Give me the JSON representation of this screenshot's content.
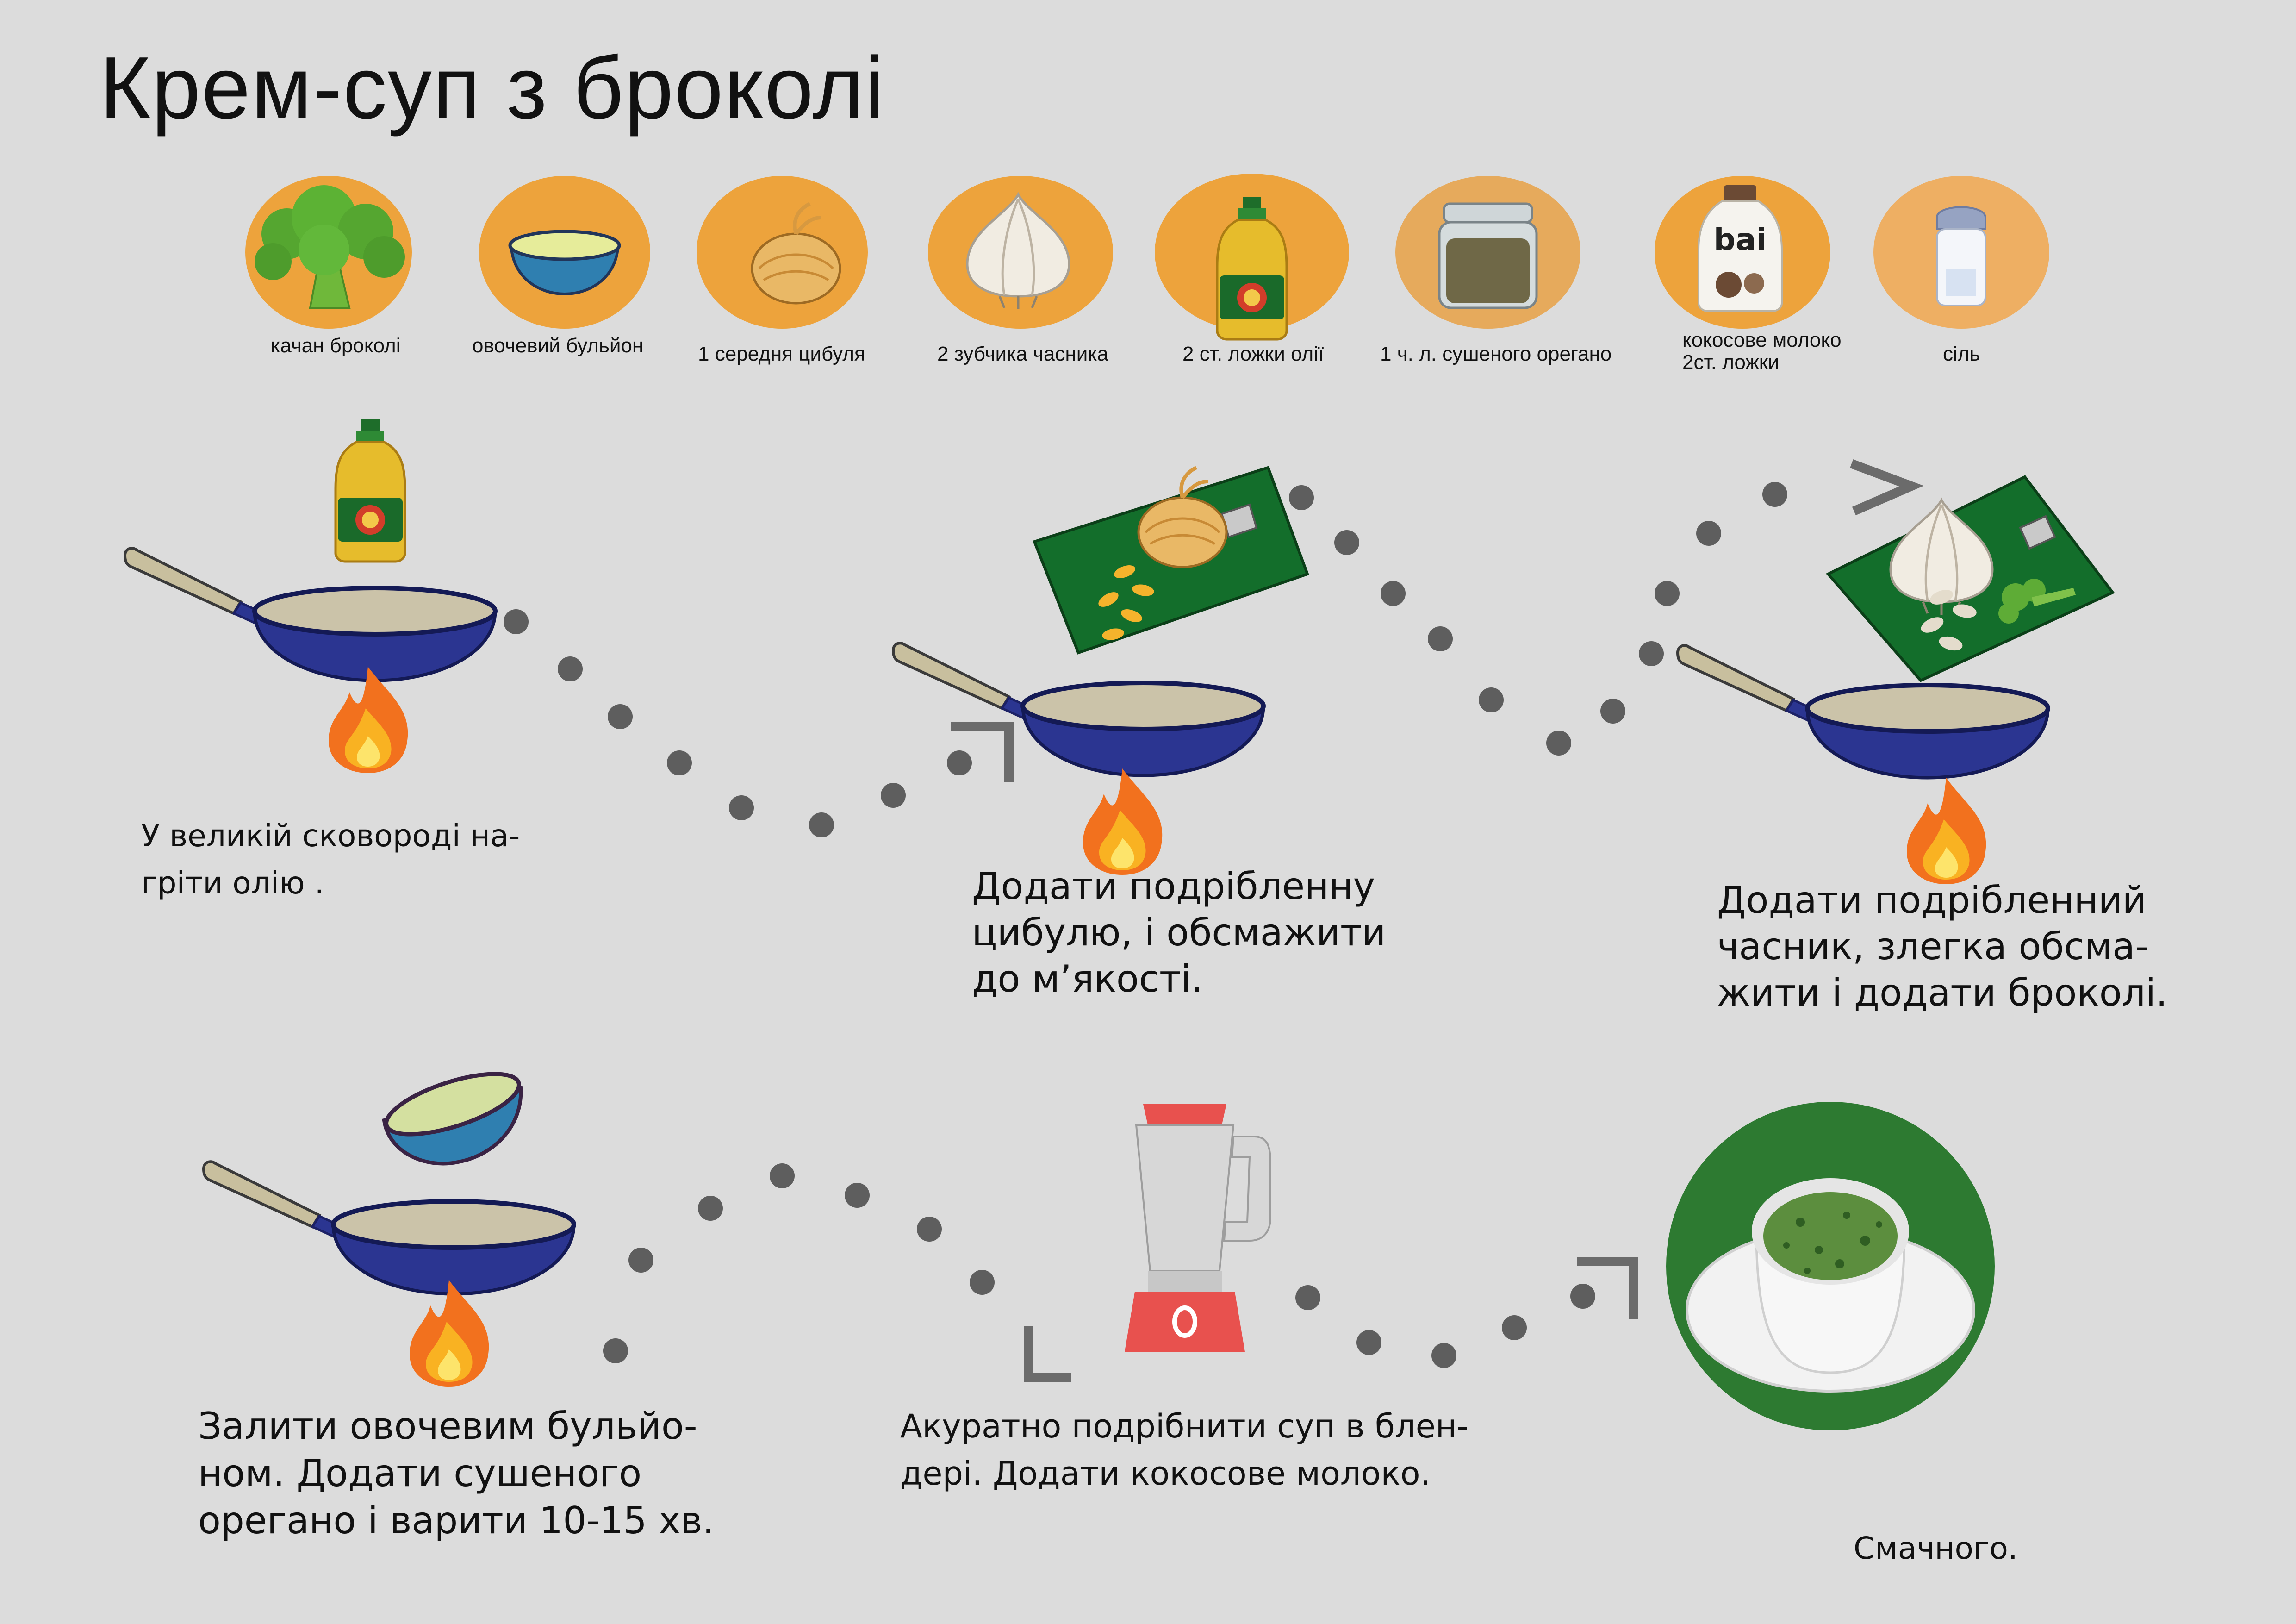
{
  "title": "Крем-суп з броколі",
  "colors": {
    "background": "#dcdcdc",
    "ingredient_circle": "#eda33c",
    "ingredient_circle_muted": "#e6aa5c",
    "ingredient_circle_pale": "#eeaf63",
    "pan_blue": "#2b3591",
    "pan_inner": "#cbc3a9",
    "handle": "#c8bf9e",
    "cutting_board": "#136e2b",
    "dish_circle": "#2d7a31",
    "soup_green": "#5c8e3e",
    "dots": "#5a5a5a",
    "blender_red": "#e8514e"
  },
  "ingredients": [
    {
      "label": "качан броколі",
      "icon": "broccoli-icon"
    },
    {
      "label": "овочевий бульйон",
      "icon": "broth-bowl-icon"
    },
    {
      "label": "1 середня цибуля",
      "icon": "onion-icon"
    },
    {
      "label": "2 зубчика часника",
      "icon": "garlic-icon"
    },
    {
      "label": "2 ст. ложки олії",
      "icon": "oil-bottle-icon"
    },
    {
      "label": "1 ч. л. сушеного орегано",
      "icon": "oregano-jar-icon"
    },
    {
      "label_line1": "кокосове молоко",
      "label_line2": "2ст. ложки",
      "icon": "coconut-milk-bottle-icon"
    },
    {
      "label": "сіль",
      "icon": "salt-shaker-icon"
    }
  ],
  "steps": [
    {
      "text": "У великій сковороді на-\nгріти  олію ."
    },
    {
      "text": "Додати подрібленну\nцибулю, і обсмажити\nдо м’якості."
    },
    {
      "text": "Додати подрібленний\nчасник, злегка обсма-\nжити і додати броколі."
    },
    {
      "text": "Залити овочевим бульйо-\nном. Додати сушеного\nорегано і варити 10-15 хв."
    },
    {
      "text": "Акуратно подрібнити суп в блен-\nдері. Додати кокосове молоко."
    }
  ],
  "final": "Смачного."
}
